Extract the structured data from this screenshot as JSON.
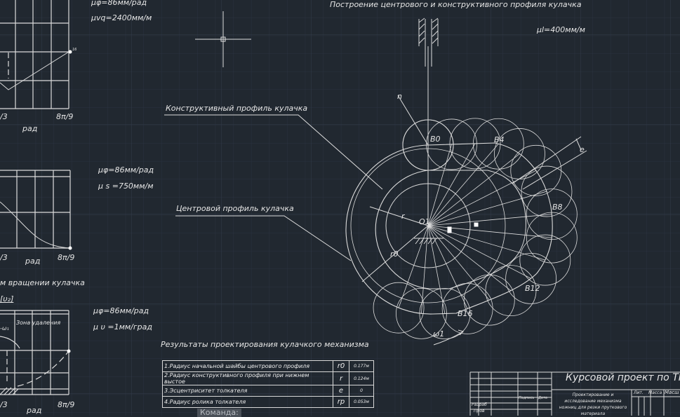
{
  "title": "Построение центрового и конструктивного профиля кулачка",
  "scales": {
    "top_mu_phi": "μφ=86мм/рад",
    "top_mu_vq": "μvq=2400мм/м",
    "mid_mu_phi": "μφ=86мм/рад",
    "mid_mu_s": "μ s =750мм/м",
    "bot_mu_phi": "μφ=86мм/рад",
    "bot_mu_v": "μ υ =1мм/град",
    "mu_l": "μl=400мм/м"
  },
  "graphs": {
    "top_axis_end": "8π/9",
    "top_axis_left": "/3",
    "top_unit": "рад",
    "mid_axis_end": "8π/9",
    "mid_axis_left": "/3",
    "mid_unit": "рад",
    "bot_axis_end": "8π/9",
    "bot_axis_left": "/3",
    "bot_unit": "рад",
    "point_label": "16",
    "section_caption": "м вращении кулачка",
    "section_sub": "[υ₂]",
    "zone_label": "Зона удаления",
    "omega_label": "-ω₁"
  },
  "labels": {
    "constructive_profile": "Конструктивный профиль кулачка",
    "center_profile": "Центровой профиль кулачка",
    "b0": "B0",
    "b4": "B4",
    "b8": "B8",
    "b12": "B12",
    "b16": "B16",
    "o1": "O1",
    "r": "r",
    "r0": "r0",
    "e": "e",
    "n": "n",
    "omega1": "ω1"
  },
  "results": {
    "title": "Результаты проектирования кулачкого механизма",
    "rows": [
      {
        "label": "1.Радиус начальной шайбы центрового профиля",
        "symbol": "r0",
        "value": "0.177м"
      },
      {
        "label": "2.Радиус конструктивного профиля при нижнем выстое",
        "symbol": "r",
        "value": "0.124м"
      },
      {
        "label": "3.Эсцентриситет толкателя",
        "symbol": "e",
        "value": "0"
      },
      {
        "label": "4.Радиус ролика толкателя",
        "symbol": "rр",
        "value": "0.053м"
      }
    ]
  },
  "title_block": {
    "project": "Курсовой проект по ТММ",
    "description": "Проектирование и исследование механизма ножниц для резки прутковогo материала",
    "col_sign": "Подпись",
    "col_date": "Дата",
    "row_dev": "Разраб",
    "row_check": "Пров",
    "lit": "Лит.",
    "mass": "Масса",
    "scale": "Масш"
  },
  "command_line": "Команда:"
}
